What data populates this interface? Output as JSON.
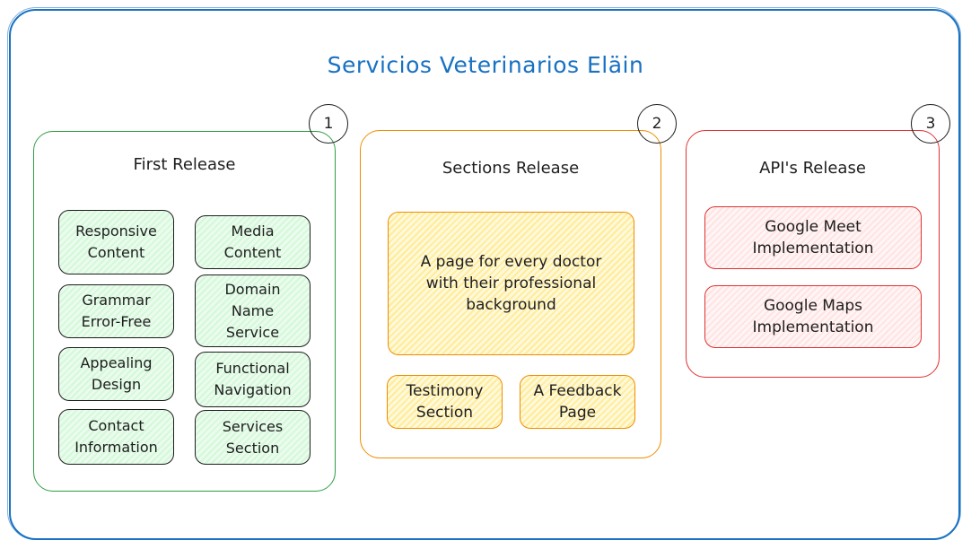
{
  "title": "Servicios Veterinarios Eläin",
  "colors": {
    "frame": "#1971c2",
    "green": "#2f9e44",
    "orange": "#f08c00",
    "red": "#e03131",
    "ink": "#1e1e1e"
  },
  "columns": {
    "first": {
      "badge": "1",
      "title": "First Release",
      "items": [
        "Responsive\nContent",
        "Media\nContent",
        "Grammar\nError-Free",
        "Domain\nName\nService",
        "Appealing\nDesign",
        "Functional\nNavigation",
        "Contact\nInformation",
        "Services\nSection"
      ]
    },
    "sections": {
      "badge": "2",
      "title": "Sections Release",
      "items": [
        "A page for every doctor\nwith their professional\nbackground",
        "Testimony\nSection",
        "A Feedback\nPage"
      ]
    },
    "api": {
      "badge": "3",
      "title": "API's Release",
      "items": [
        "Google Meet\nImplementation",
        "Google Maps\nImplementation"
      ]
    }
  }
}
